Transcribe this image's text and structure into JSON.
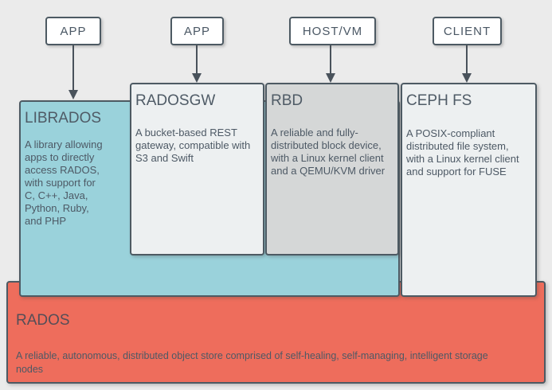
{
  "diagram_title": "Ceph architecture diagram",
  "palette": {
    "background": "#ebebeb",
    "box_border": "#4d5a63",
    "arrow": "#49525b",
    "top_node_fill": "#ffffff",
    "librados_fill": "#9ad2db",
    "radosgw_fill": "#edf0f1",
    "rbd_fill": "#d5d7d7",
    "cephfs_fill": "#edf0f1",
    "rados_fill": "#ee6d5c",
    "title_text": "#4f5b66",
    "body_text": "#4d5965"
  },
  "top_nodes": [
    {
      "label": "APP"
    },
    {
      "label": "APP"
    },
    {
      "label": "HOST/VM"
    },
    {
      "label": "CLIENT"
    }
  ],
  "layers": {
    "librados": {
      "title": "LIBRADOS",
      "body": "A library allowing\napps to directly\naccess RADOS,\nwith support for\nC, C++, Java,\nPython, Ruby,\nand PHP"
    },
    "radosgw": {
      "title": "RADOSGW",
      "body": "A bucket-based REST\ngateway, compatible with\nS3 and Swift"
    },
    "rbd": {
      "title": "RBD",
      "body": "A reliable and fully-\ndistributed block device,\nwith a Linux kernel client\nand a QEMU/KVM driver"
    },
    "cephfs": {
      "title": "CEPH FS",
      "body": "A POSIX-compliant\ndistributed file system,\nwith a Linux kernel client\nand support for FUSE"
    },
    "rados": {
      "title": "RADOS",
      "body": "A reliable, autonomous, distributed object store comprised of self-healing, self-managing, intelligent storage\nnodes"
    }
  }
}
